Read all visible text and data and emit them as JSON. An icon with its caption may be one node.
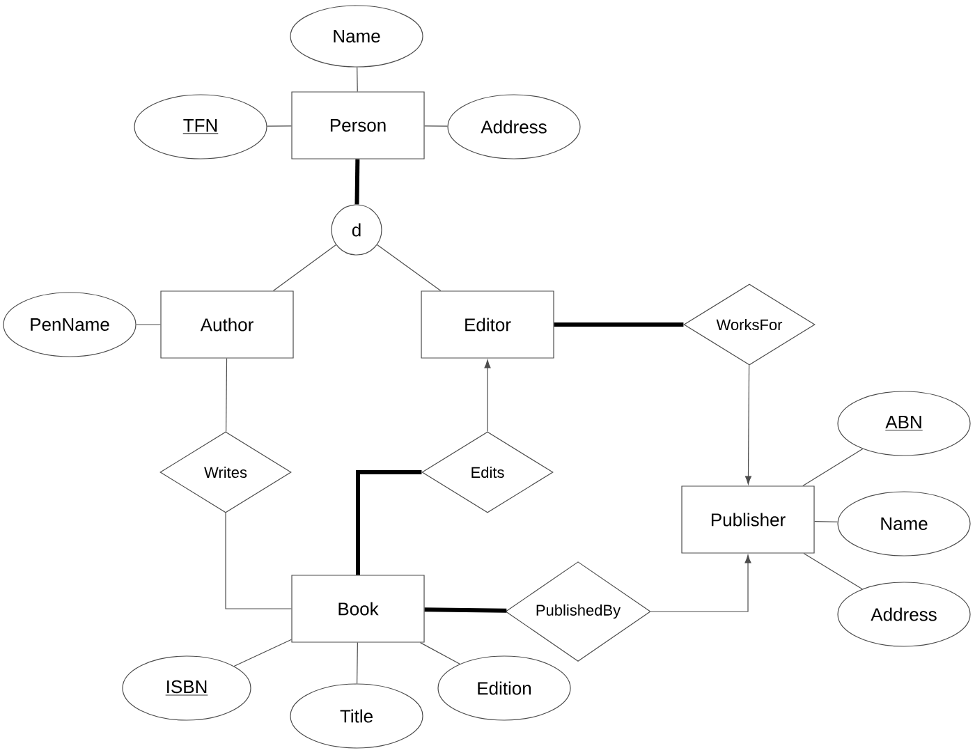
{
  "diagram": {
    "nodes": [
      {
        "text": [
          "Person"
        ]
      },
      {
        "text": [
          "Name"
        ]
      },
      {
        "text": [
          "TFN"
        ]
      },
      {
        "text": [
          "Address"
        ]
      },
      {
        "text": [
          "d"
        ]
      },
      {
        "text": [
          "Author"
        ]
      },
      {
        "text": [
          "PenName"
        ]
      },
      {
        "text": [
          "Editor"
        ]
      },
      {
        "text": [
          "WorksFor"
        ]
      },
      {
        "text": [
          "Writes"
        ]
      },
      {
        "text": [
          "Edits"
        ]
      },
      {
        "text": [
          "Book"
        ]
      },
      {
        "text": [
          "PublishedBy"
        ]
      },
      {
        "text": [
          "Publisher"
        ]
      },
      {
        "text": [
          "ABN"
        ]
      },
      {
        "text": [
          "Name"
        ]
      },
      {
        "text": [
          "Address"
        ]
      },
      {
        "text": [
          "ISBN"
        ]
      },
      {
        "text": [
          "Title"
        ]
      },
      {
        "text": [
          "Edition"
        ]
      }
    ],
    "edges": [
      {
        "from": 0,
        "to": 1,
        "arrow": "none"
      },
      {
        "from": 0,
        "to": 2,
        "arrow": "none"
      },
      {
        "from": 0,
        "to": 3,
        "arrow": "none"
      },
      {
        "from": 0,
        "to": 4,
        "arrow": "none",
        "style": "thick"
      },
      {
        "from": 4,
        "to": 5,
        "arrow": "none"
      },
      {
        "from": 4,
        "to": 7,
        "arrow": "none"
      },
      {
        "from": 5,
        "to": 6,
        "arrow": "none"
      },
      {
        "from": 7,
        "to": 8,
        "arrow": "none",
        "style": "thick"
      },
      {
        "from": 8,
        "to": 13,
        "arrow": "to"
      },
      {
        "from": 5,
        "to": 9,
        "arrow": "none"
      },
      {
        "from": 9,
        "to": 11,
        "arrow": "none"
      },
      {
        "from": 10,
        "to": 7,
        "arrow": "to"
      },
      {
        "from": 11,
        "to": 10,
        "arrow": "none",
        "style": "thick"
      },
      {
        "from": 11,
        "to": 12,
        "arrow": "none",
        "style": "thick"
      },
      {
        "from": 12,
        "to": 13,
        "arrow": "to"
      },
      {
        "from": 13,
        "to": 14,
        "arrow": "none"
      },
      {
        "from": 13,
        "to": 15,
        "arrow": "none"
      },
      {
        "from": 13,
        "to": 16,
        "arrow": "none"
      },
      {
        "from": 11,
        "to": 17,
        "arrow": "none"
      },
      {
        "from": 11,
        "to": 18,
        "arrow": "none"
      },
      {
        "from": 11,
        "to": 19,
        "arrow": "none"
      }
    ]
  }
}
